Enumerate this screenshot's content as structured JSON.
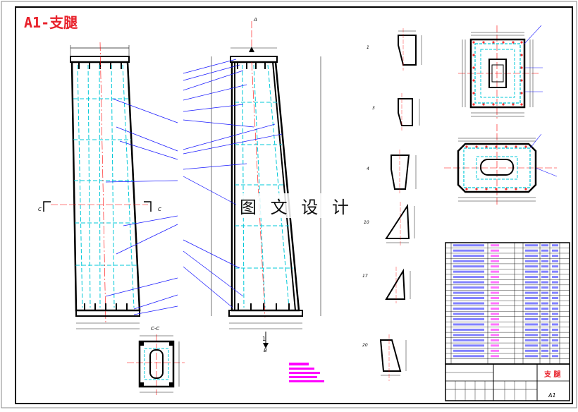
{
  "drawing": {
    "title": "A1-支腿",
    "watermark": "图 文 设 计",
    "section_label_left": "C",
    "section_label_right": "C",
    "section_view_label": "C-C",
    "view_arrow_top": "A",
    "view_arrow_bottom": "B",
    "view_arrow_mid": "1",
    "sheet_size": "A1",
    "title_block_name": "支 腿"
  },
  "colors": {
    "frame": "#000000",
    "outline": "#1a1a1a",
    "hidden": "#00c8d8",
    "leader": "#1a1aff",
    "center": "#ff0000",
    "magenta": "#ff00ff",
    "title": "#e8202a"
  },
  "detail_views": [
    {
      "label": "1"
    },
    {
      "label": "3"
    },
    {
      "label": "4"
    },
    {
      "label": "10"
    },
    {
      "label": "17"
    },
    {
      "label": "20"
    }
  ],
  "parts_table_rows": 22
}
